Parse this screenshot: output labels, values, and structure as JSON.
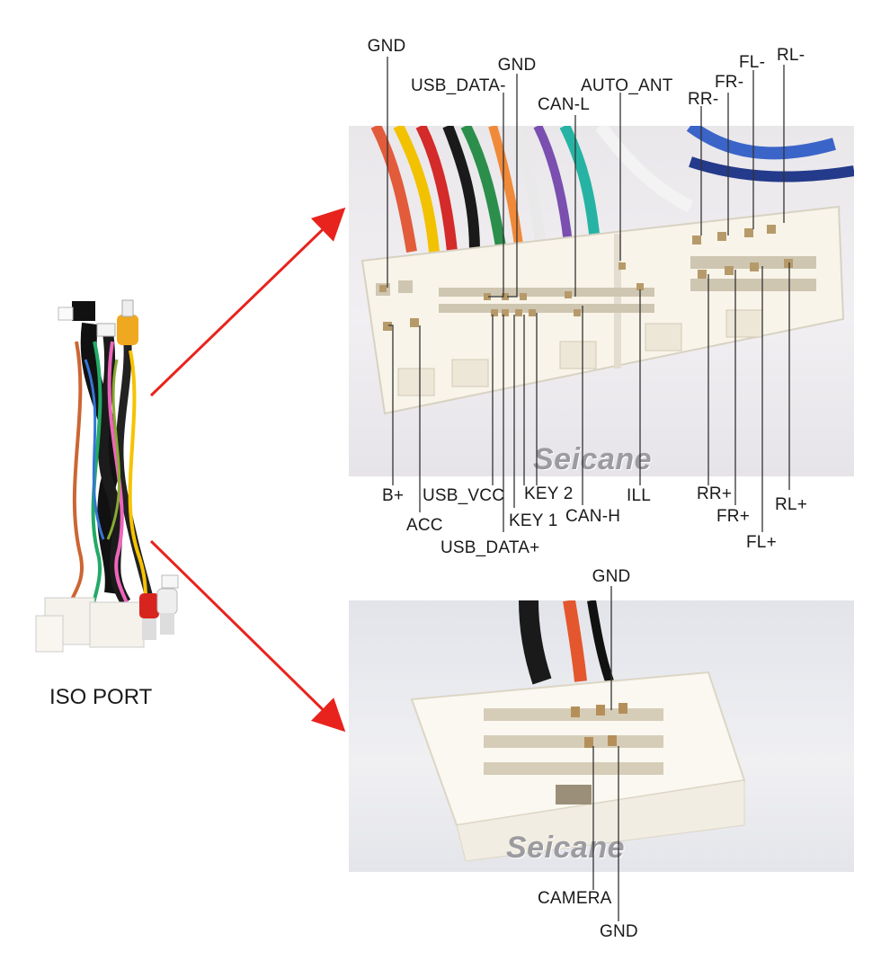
{
  "iso_port_label": "ISO PORT",
  "watermark": "Seicane",
  "colors": {
    "arrow": "#e8231d",
    "connector": "#f7f3e8",
    "leader": "#333333"
  },
  "top_connector_pins": {
    "top_labels": [
      "GND",
      "USB_DATA-",
      "GND",
      "CAN-L",
      "AUTO_ANT",
      "RR-",
      "FR-",
      "FL-",
      "RL-"
    ],
    "bottom_labels": [
      "B+",
      "ACC",
      "USB_VCC",
      "USB_DATA+",
      "KEY 1",
      "KEY 2",
      "CAN-H",
      "ILL",
      "RR+",
      "FR+",
      "FL+",
      "RL+"
    ]
  },
  "bottom_connector_pins": {
    "top_labels": [
      "GND"
    ],
    "bottom_labels": [
      "CAMERA",
      "GND"
    ]
  }
}
